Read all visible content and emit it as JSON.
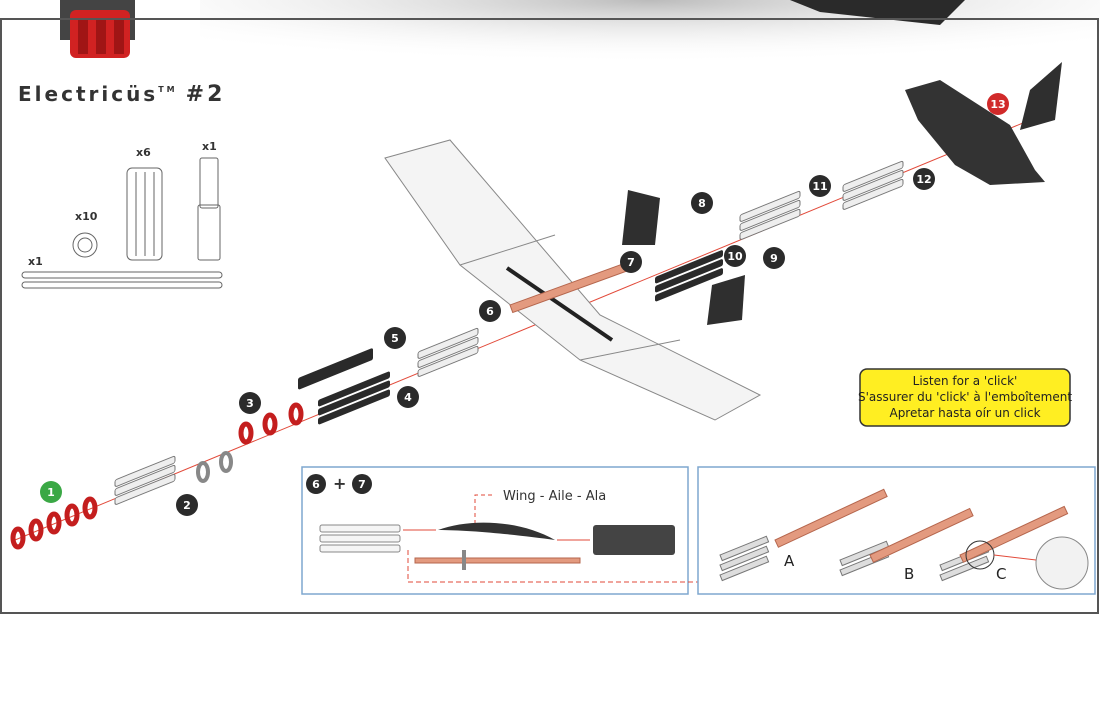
{
  "title": {
    "name": "Electricüs",
    "tm": "TM",
    "number": "#2"
  },
  "parts": [
    {
      "qty": "x1"
    },
    {
      "qty": "x10"
    },
    {
      "qty": "x6"
    },
    {
      "qty": "x1"
    }
  ],
  "steps": [
    "1",
    "2",
    "3",
    "4",
    "5",
    "6",
    "7",
    "8",
    "9",
    "10",
    "11",
    "12",
    "13"
  ],
  "colors": {
    "step_default": "#2b2b2b",
    "step_first": "#3aa845",
    "step_last": "#d12a2a",
    "note_bg": "#ffee22",
    "inset_border": "#7fa7cf",
    "arrow": "#e24a3a",
    "rod": "#e39a7f"
  },
  "note": {
    "line1": "Listen for a 'click'",
    "line2": "S'assurer du 'click' à l'emboîtement",
    "line3": "Apretar hasta oír un click"
  },
  "inset_left": {
    "step_a": "6",
    "plus": "+",
    "step_b": "7",
    "wing_label": "Wing - Aile - Ala"
  },
  "inset_right": {
    "labels": [
      "A",
      "B",
      "C"
    ]
  }
}
